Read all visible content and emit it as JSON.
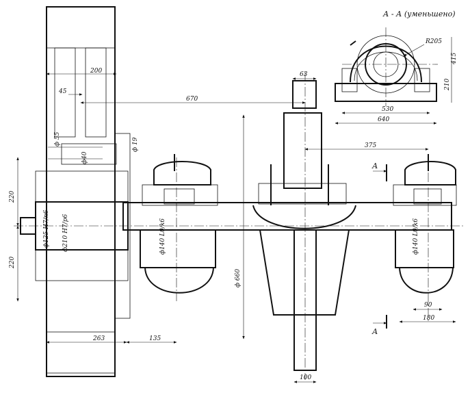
{
  "section_title": "А - А (уменьшено)",
  "section_letter_top": "А",
  "section_letter_bottom": "А",
  "dimensions": {
    "d200": "200",
    "d45": "45",
    "d670": "670",
    "d63": "63",
    "d375": "375",
    "d55": "ф 55",
    "d40": "ф40",
    "d19": "ф 19",
    "d220_top": "220",
    "d220_bottom": "220",
    "d125": "ф125 H7/n6",
    "d210": "ф210 H7/p6",
    "d140_left": "ф140 L0/k6",
    "d140_right": "ф140 L0/k6",
    "d660": "ф 660",
    "d263": "263",
    "d135": "135",
    "d100": "100",
    "d90": "90",
    "d180": "180",
    "r205": "R205",
    "d415": "415",
    "d210_small": "210",
    "d530": "530",
    "d640": "640"
  }
}
